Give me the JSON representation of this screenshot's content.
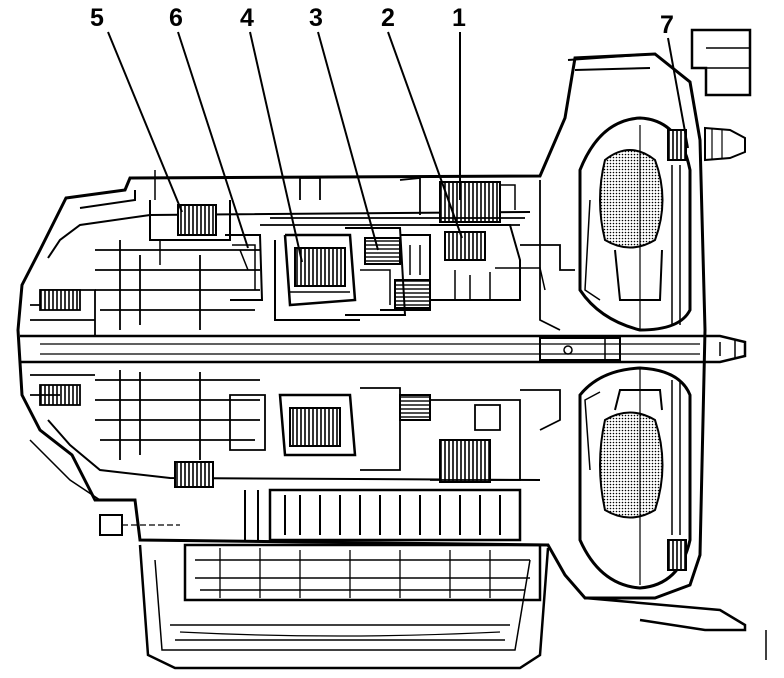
{
  "diagram": {
    "colors": {
      "ink": "#000000",
      "paper": "#ffffff",
      "shade": "#7a7a7a"
    },
    "callouts": [
      {
        "id": "5",
        "label": "5"
      },
      {
        "id": "6",
        "label": "6"
      },
      {
        "id": "4",
        "label": "4"
      },
      {
        "id": "3",
        "label": "3"
      },
      {
        "id": "2",
        "label": "2"
      },
      {
        "id": "1",
        "label": "1"
      },
      {
        "id": "7",
        "label": "7"
      }
    ]
  }
}
